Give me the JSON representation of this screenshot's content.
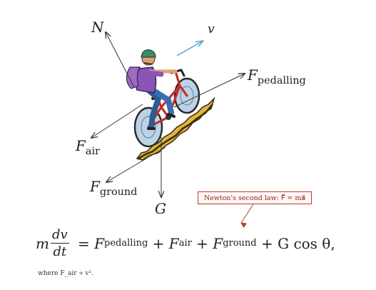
{
  "forces": {
    "N": "N",
    "v": "v",
    "pedalling_main": "F",
    "pedalling_sub": "pedalling",
    "air_main": "F",
    "air_sub": "air",
    "ground_main": "F",
    "ground_sub": "ground",
    "G": "G"
  },
  "note": "Newton's second law: F⃗ = ma⃗",
  "equation": {
    "m": "m",
    "dv": "dv",
    "dt": "dt",
    "eq": " = ",
    "f1": "F",
    "f1_sub": "pedalling",
    "plus1": " + ",
    "f2": "F",
    "f2_sub": "air",
    "plus2": " + ",
    "f3": "F",
    "f3_sub": "ground",
    "plus3": " + ",
    "g_term": "G cos θ,"
  },
  "where_text": "where F_air ∝ v².",
  "colors": {
    "arrow": "#333333",
    "velocity_arrow": "#4da3d9",
    "note_border": "#c0392b",
    "hill": "#e0b63a",
    "hill_dark": "#3a2a10"
  }
}
